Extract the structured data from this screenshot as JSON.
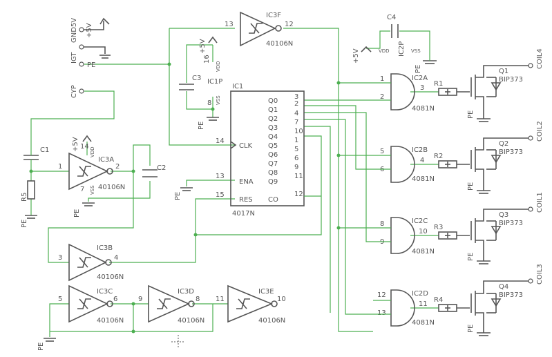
{
  "colors": {
    "wire": "#4caf50",
    "part": "#555555",
    "label": "#555555",
    "background": "#ffffff"
  },
  "labels": {
    "ic3f": "IC3F",
    "ic3f_p13": "13",
    "ic3f_p12": "12",
    "ic3f_type": "40106N",
    "pwr_plus5v": "+5V",
    "pwr_gnd5v": "GND5V",
    "pwr_igt": "IGT",
    "pwr_pe": "PE",
    "cyp": "CYP",
    "c1": "C1",
    "r5": "R5",
    "pe_r5": "PE",
    "ic3a": "IC3A",
    "ic3a_p1": "1",
    "ic3a_p2": "2",
    "ic3a_type": "40106N",
    "vdd_14": "14",
    "vss_7": "7",
    "vdd_a": "VDD",
    "vss_a": "VSS",
    "pwr_a": "+5V",
    "pe_a": "PE",
    "c2": "C2",
    "c3": "C3",
    "plus5v_c3": "+5V",
    "p16": "16",
    "vdd_label": "VDD",
    "ic1p": "IC1P",
    "p8": "8",
    "vss_label": "VSS",
    "pe_c3": "PE",
    "ic1": "IC1",
    "ic1_type": "4017N",
    "ic1_q0": "Q0",
    "ic1_q1": "Q1",
    "ic1_q2": "Q2",
    "ic1_q3": "Q3",
    "ic1_q4": "Q4",
    "ic1_q5": "Q5",
    "ic1_q6": "Q6",
    "ic1_q7": "Q7",
    "ic1_q8": "Q8",
    "ic1_q9": "Q9",
    "ic1_co": "CO",
    "ic1_clk": "CLK",
    "ic1_ena": "ENA",
    "ic1_res": "RES",
    "ic1_p3": "3",
    "ic1_p2": "2",
    "ic1_p4": "4",
    "ic1_p7": "7",
    "ic1_p10": "10",
    "ic1_p1": "1",
    "ic1_p5": "5",
    "ic1_p6": "6",
    "ic1_p9": "9",
    "ic1_p11": "11",
    "ic1_p12": "12",
    "ic1_p14": "14",
    "ic1_p13": "13",
    "ic1_p15": "15",
    "pe_ena": "PE",
    "c4": "C4",
    "plus5v_c4": "+5V",
    "vdd_ic2": "VDD",
    "ic2p": "IC2P",
    "vss_ic2": "VSS",
    "pe_ic2": "PE",
    "ic2a": "IC2A",
    "ic2a_p1": "1",
    "ic2a_p2": "2",
    "ic2a_p3": "3",
    "ic2a_type": "4081N",
    "ic2b": "IC2B",
    "ic2b_p5": "5",
    "ic2b_p6": "6",
    "ic2b_p4": "4",
    "ic2b_type": "4081N",
    "ic2c": "IC2C",
    "ic2c_p8": "8",
    "ic2c_p9": "9",
    "ic2c_p10": "10",
    "ic2c_type": "4081N",
    "ic2d": "IC2D",
    "ic2d_p12": "12",
    "ic2d_p13": "13",
    "ic2d_p11": "11",
    "ic2d_type": "4081N",
    "r1": "R1",
    "r2": "R2",
    "r3": "R3",
    "r4": "R4",
    "q1": "Q1",
    "q1_type": "BIP373",
    "coil4": "COIL4",
    "pe_q1": "PE",
    "q2": "Q2",
    "q2_type": "BIP373",
    "coil2": "COIL2",
    "pe_q2": "PE",
    "q3": "Q3",
    "q3_type": "BIP373",
    "coil1": "COIL1",
    "pe_q3": "PE",
    "q4": "Q4",
    "q4_type": "BIP373",
    "coil3": "COIL3",
    "pe_q4": "PE",
    "ic3b": "IC3B",
    "ic3b_p3": "3",
    "ic3b_p4": "4",
    "ic3b_type": "40106N",
    "ic3c": "IC3C",
    "ic3c_p5": "5",
    "ic3c_p6": "6",
    "ic3c_type": "40106N",
    "ic3d": "IC3D",
    "ic3d_p9": "9",
    "ic3d_p8": "8",
    "ic3d_type": "40106N",
    "ic3e": "IC3E",
    "ic3e_p11": "11",
    "ic3e_p10": "10",
    "ic3e_type": "40106N",
    "pe_bottom": "PE"
  }
}
